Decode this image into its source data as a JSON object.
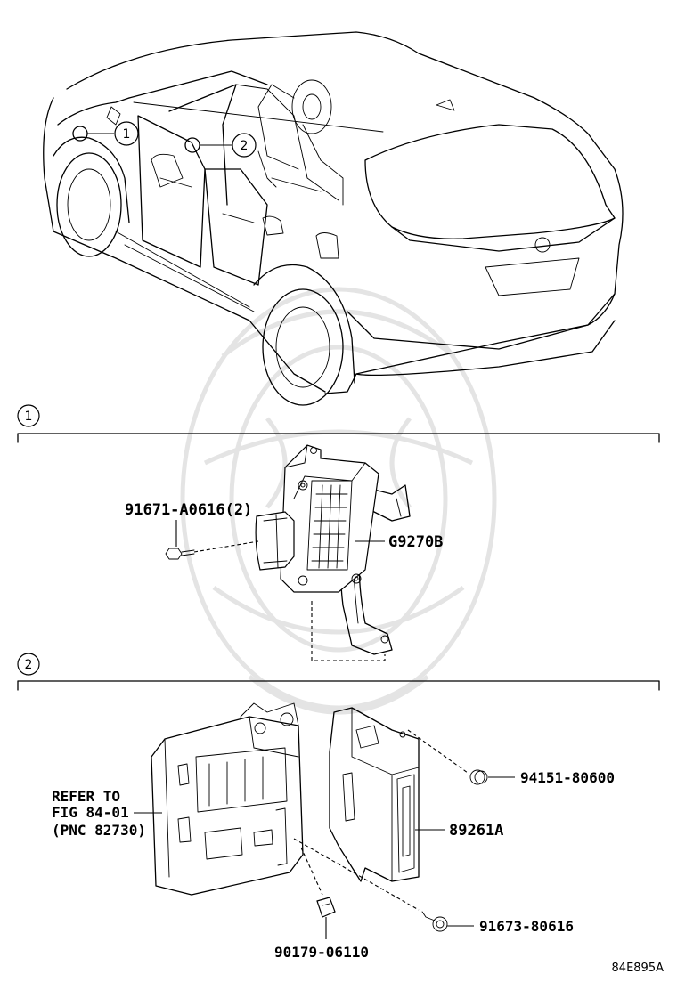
{
  "callouts": {
    "c1": "1",
    "c2": "2"
  },
  "section1": {
    "marker": "1",
    "parts": {
      "bolt": "91671-A0616(2)",
      "ecu": "G9270B"
    }
  },
  "section2": {
    "marker": "2",
    "refer": {
      "line1": "REFER TO",
      "line2": "FIG 84-01",
      "line3": "(PNC 82730)"
    },
    "parts": {
      "nut": "94151-80600",
      "relay_block": "89261A",
      "bolt": "91673-80616",
      "clip": "90179-06110"
    }
  },
  "figure_code": "84E895A"
}
